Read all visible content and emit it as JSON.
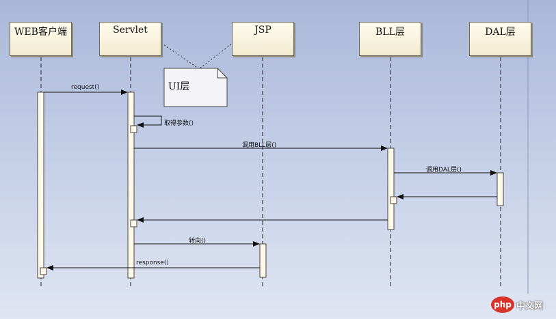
{
  "diagram": {
    "type": "sequence",
    "participants": [
      "WEB客户端",
      "Servlet",
      "JSP",
      "BLL层",
      "DAL层"
    ],
    "note": "UI层",
    "messages": {
      "request": "request()",
      "get_params": "取得参数()",
      "call_bll": "调用BLL层()",
      "call_dal": "调用DAL层()",
      "forward": "转向()",
      "response": "response()"
    }
  },
  "watermark": {
    "logo_text": "php",
    "site_text": "中文网"
  },
  "colors": {
    "box_fill": "#f7f1dc",
    "box_border": "#6d6a5c",
    "note_fill": "#f4f3f8",
    "line": "#222222",
    "watermark_red": "#d8342c"
  }
}
